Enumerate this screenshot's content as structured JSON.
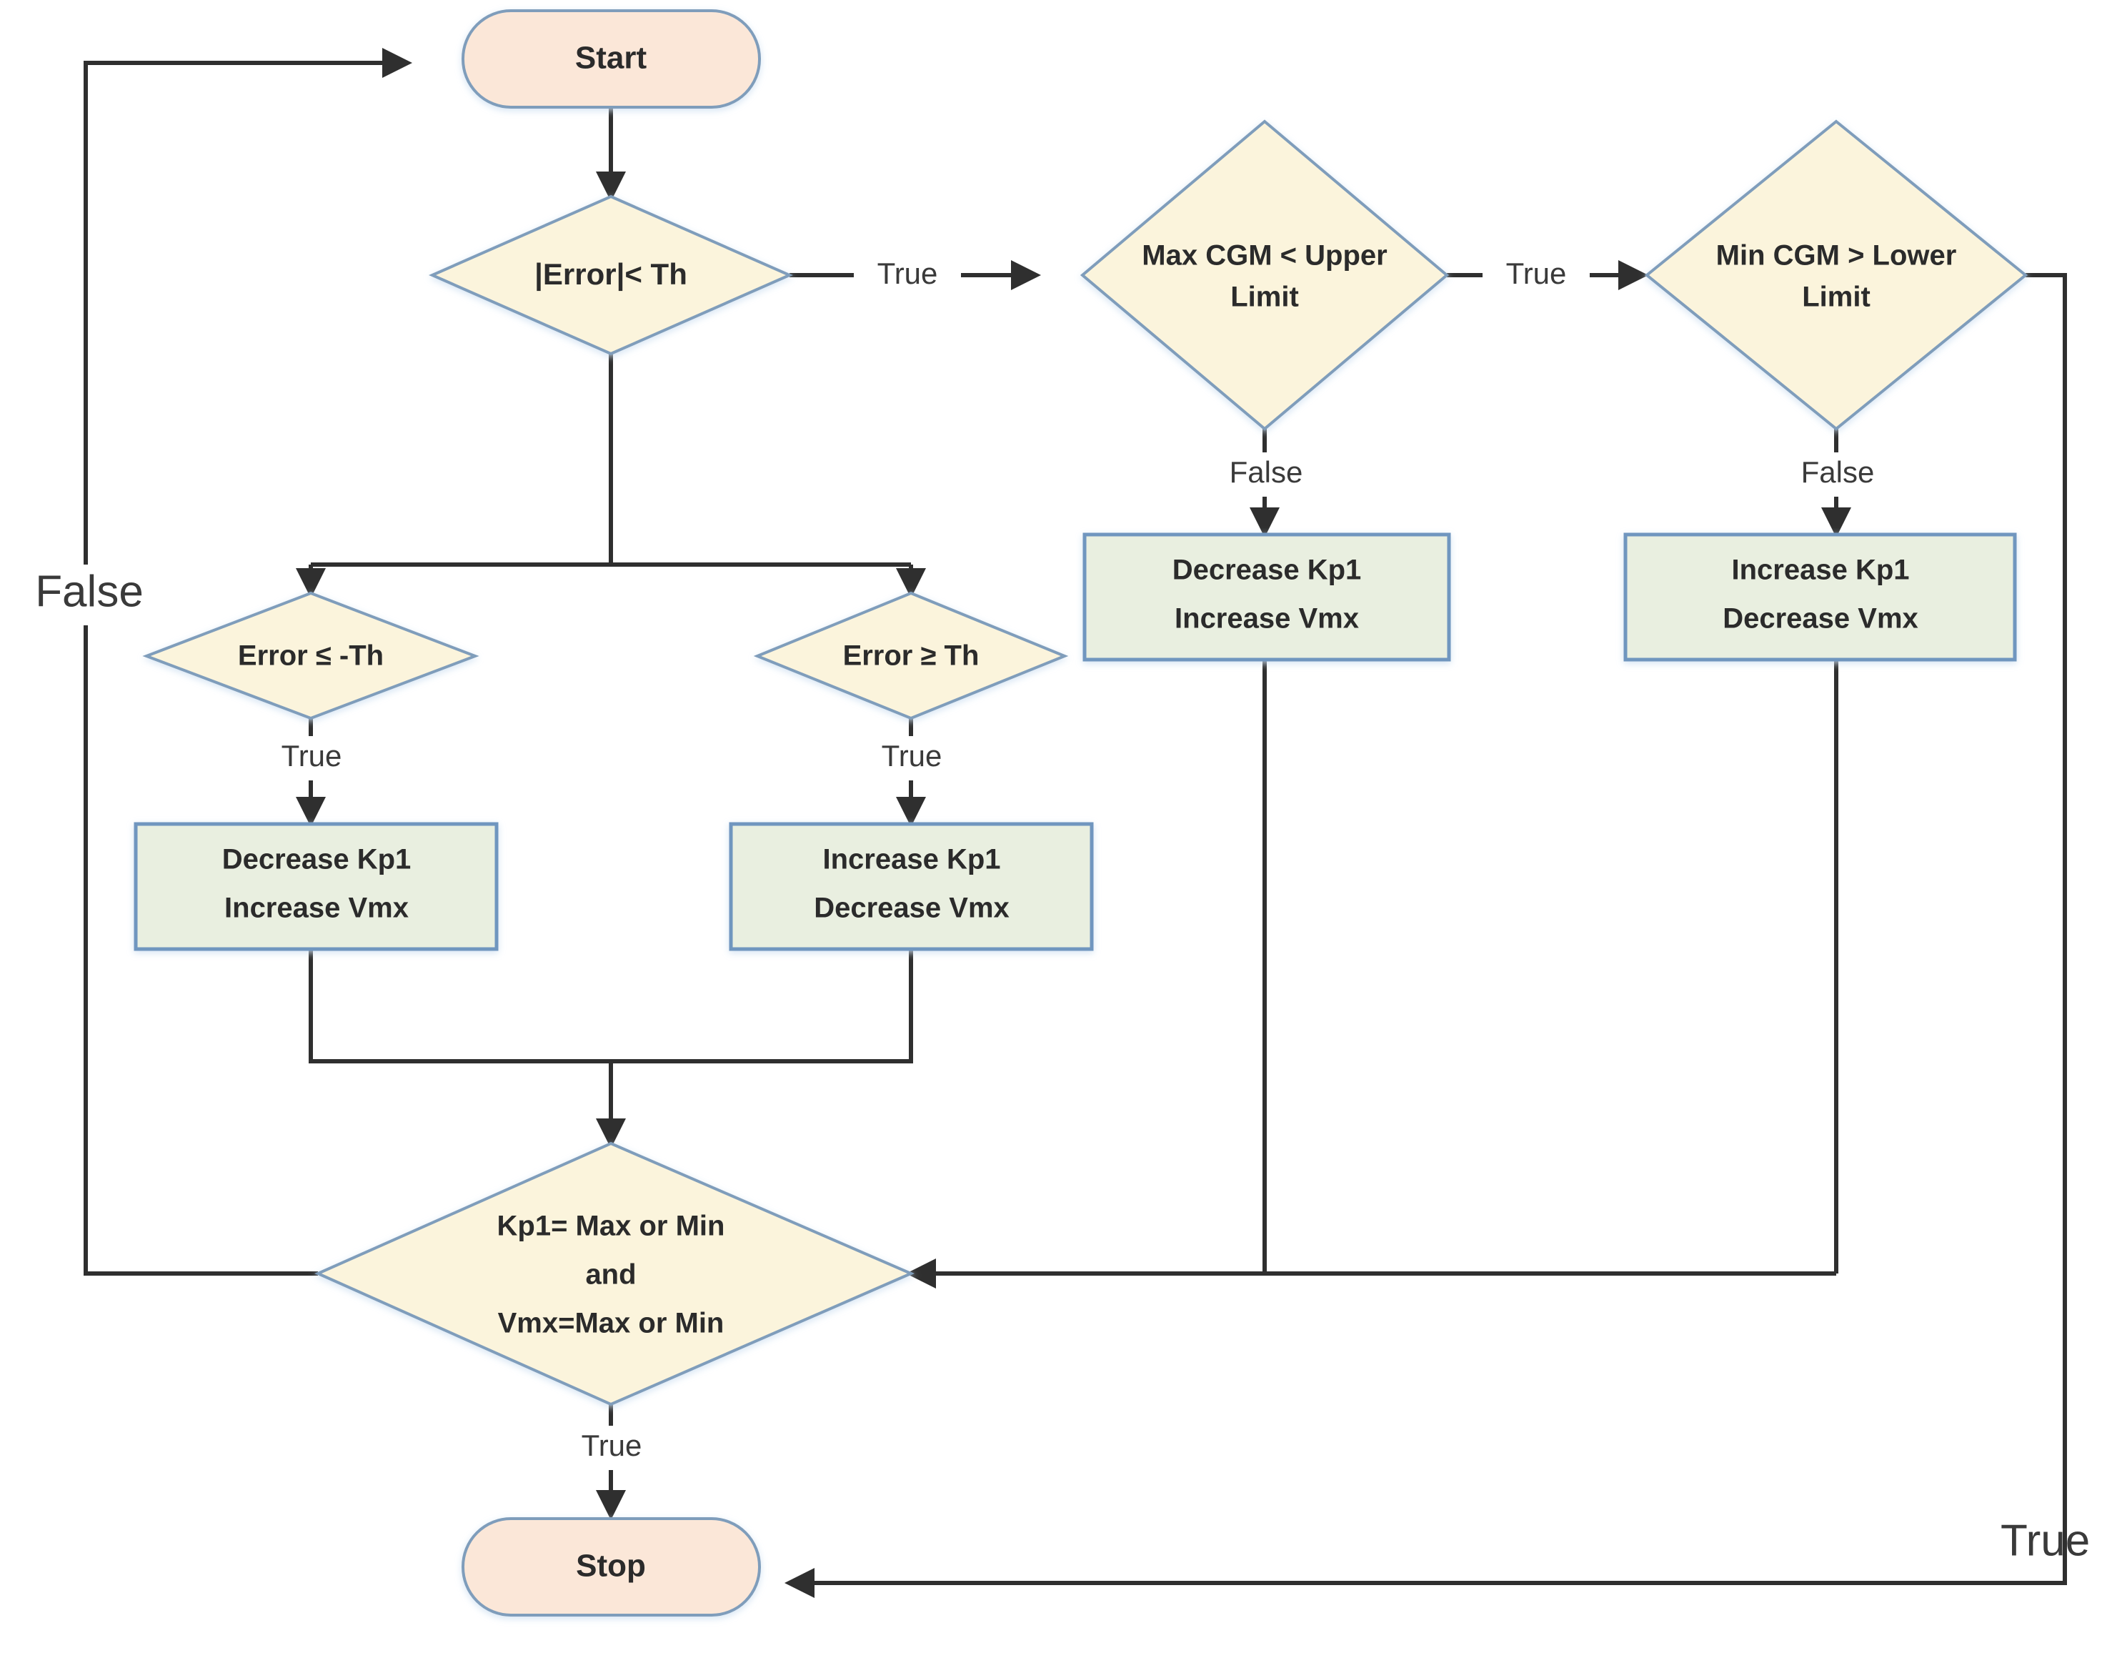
{
  "diagram": {
    "title": "Gain adaptation flowchart",
    "colors": {
      "terminal_fill": "#fbe7d8",
      "decision_fill": "#fbf4dc",
      "process_fill": "#e9efe0",
      "shape_border": "#7f9dbb",
      "process_border": "#6f96bf",
      "connector": "#2f2f2f",
      "text": "#2b2b2b",
      "background": "#ffffff"
    },
    "nodes": {
      "start": {
        "label": "Start",
        "shape": "terminal"
      },
      "error_abs": {
        "label": "|Error|< Th",
        "shape": "decision"
      },
      "max_cgm": {
        "line1": "Max CGM < Upper",
        "line2": "Limit",
        "shape": "decision"
      },
      "min_cgm": {
        "line1": "Min CGM > Lower",
        "line2": "Limit",
        "shape": "decision"
      },
      "error_le": {
        "label": "Error ≤ -Th",
        "shape": "decision"
      },
      "error_ge": {
        "label": "Error ≥ Th",
        "shape": "decision"
      },
      "proc_maxcgm": {
        "line1": "Decrease Kp1",
        "line2": "Increase Vmx",
        "shape": "process"
      },
      "proc_mincgm": {
        "line1": "Increase Kp1",
        "line2": "Decrease Vmx",
        "shape": "process"
      },
      "proc_errle": {
        "line1": "Decrease Kp1",
        "line2": "Increase Vmx",
        "shape": "process"
      },
      "proc_errge": {
        "line1": "Increase Kp1",
        "line2": "Decrease Vmx",
        "shape": "process"
      },
      "limits_check": {
        "line1": "Kp1= Max or Min",
        "line2": "and",
        "line3": "Vmx=Max or Min",
        "shape": "decision"
      },
      "stop": {
        "label": "Stop",
        "shape": "terminal"
      }
    },
    "edge_labels": {
      "abs_true": "True",
      "maxcgm_true": "True",
      "maxcgm_false": "False",
      "mincgm_false": "False",
      "mincgm_true": "True",
      "errle_true": "True",
      "errge_true": "True",
      "limits_true": "True",
      "limits_false": "False"
    }
  }
}
